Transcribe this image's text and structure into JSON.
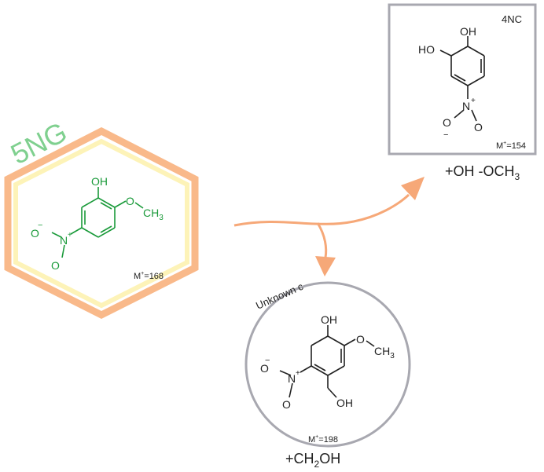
{
  "colors": {
    "hexagon_outer": "#f9b98a",
    "hexagon_inner": "#fdf3b8",
    "compound_5ng": "#1a9a3a",
    "title_5ng": "#7fd08f",
    "arrow": "#f6a878",
    "frame_gray": "#a8a8b0",
    "text_dark": "#222222"
  },
  "compound_5ng": {
    "title": "5NG",
    "oh": "OH",
    "o_methoxy": "O",
    "ch3": "CH",
    "ch3_sub": "3",
    "nitro_n": "N",
    "nitro_plus": "+",
    "nitro_o_top": "O",
    "nitro_minus": "−",
    "nitro_o_bottom": "O",
    "mass_prefix": "M",
    "mass_sup": "+",
    "mass_value": "=168"
  },
  "compound_4nc": {
    "label": "4NC",
    "oh_top": "OH",
    "oh_left": "HO",
    "nitro_n": "N",
    "nitro_plus": "+",
    "nitro_o_top": "O",
    "nitro_minus": "−",
    "nitro_o_bottom": "O",
    "mass_prefix": "M",
    "mass_sup": "+",
    "mass_value": "=154",
    "transformation": "+OH  -OCH",
    "transformation_sub": "3"
  },
  "compound_unknown": {
    "label": "Unknown c",
    "oh": "OH",
    "o_methoxy": "O",
    "ch3": "CH",
    "ch3_sub": "3",
    "nitro_n": "N",
    "nitro_plus": "+",
    "nitro_o_top": "O",
    "nitro_minus": "−",
    "nitro_o_bottom": "O",
    "ch2oh": "OH",
    "mass_prefix": "M",
    "mass_sup": "+",
    "mass_value": "=198",
    "transformation_pre": "+CH",
    "transformation_sub": "2",
    "transformation_post": "OH"
  }
}
